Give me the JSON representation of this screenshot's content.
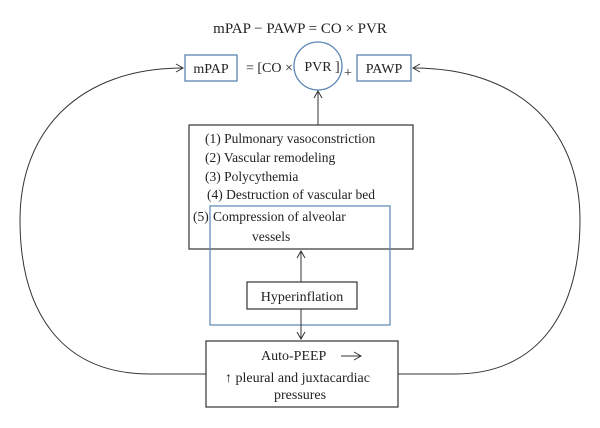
{
  "equation": "mPAP − PAWP = CO × PVR",
  "formula": {
    "mpap": "mPAP",
    "equals_bracket": "= [CO ×",
    "pvr": "PVR",
    "close_bracket": "]",
    "plus": "+",
    "pawp": "PAWP"
  },
  "mechanisms": {
    "items": [
      "(1) Pulmonary vasoconstriction",
      "(2) Vascular remodeling",
      "(3) Polycythemia",
      "(4) Destruction of vascular bed"
    ],
    "item5_num": "(5)",
    "item5_line1": "Compression of alveolar",
    "item5_line2": "vessels"
  },
  "hyperinflation": "Hyperinflation",
  "autopeep": {
    "line1": "Auto-PEEP",
    "arrow": "→",
    "line2": "↑ pleural and juxtacardiac",
    "line3": "pressures"
  },
  "colors": {
    "blue": "#5b86b4",
    "dark": "#333333"
  }
}
